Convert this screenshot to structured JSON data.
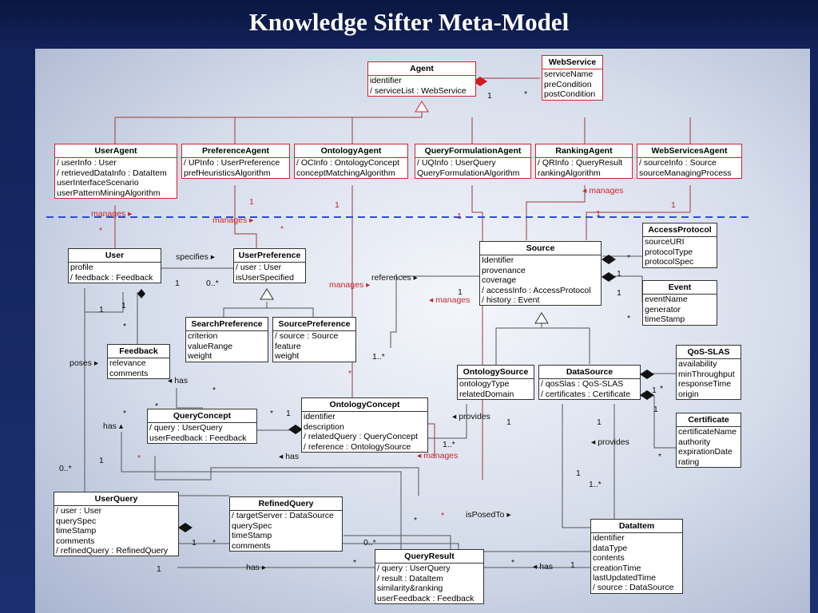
{
  "title": "Knowledge Sifter Meta-Model",
  "classes": {
    "agent": {
      "name": "Agent",
      "attrs": [
        "identifier",
        "/ serviceList : WebService"
      ]
    },
    "webservice": {
      "name": "WebService",
      "attrs": [
        "serviceName",
        "preCondition",
        "postCondition"
      ]
    },
    "useragent": {
      "name": "UserAgent",
      "attrs": [
        "/ userInfo : User",
        "/ retrievedDataInfo : DataItem",
        "userInterfaceScenario",
        "userPatternMiningAlgorithm"
      ]
    },
    "preferenceagent": {
      "name": "PreferenceAgent",
      "attrs": [
        "/ UPInfo : UserPreference",
        "prefHeuristicsAlgorithm"
      ]
    },
    "ontologyagent": {
      "name": "OntologyAgent",
      "attrs": [
        "/ OCInfo : OntologyConcept",
        "conceptMatchingAlgorithm"
      ]
    },
    "queryformulationagent": {
      "name": "QueryFormulationAgent",
      "attrs": [
        "/ UQInfo : UserQuery",
        "QueryFormulationAlgorithm"
      ]
    },
    "rankingagent": {
      "name": "RankingAgent",
      "attrs": [
        "/ QRInfo : QueryResult",
        "rankingAlgorithm"
      ]
    },
    "webservicesagent": {
      "name": "WebServicesAgent",
      "attrs": [
        "/ sourceInfo : Source",
        "sourceManagingProcess"
      ]
    },
    "user": {
      "name": "User",
      "attrs": [
        "profile",
        "/ feedback : Feedback"
      ]
    },
    "userpreference": {
      "name": "UserPreference",
      "attrs": [
        "/ user : User",
        "isUserSpecified"
      ]
    },
    "searchpreference": {
      "name": "SearchPreference",
      "attrs": [
        "criterion",
        "valueRange",
        "weight"
      ]
    },
    "sourcepreference": {
      "name": "SourcePreference",
      "attrs": [
        "/ source : Source",
        "feature",
        "weight"
      ]
    },
    "feedback": {
      "name": "Feedback",
      "attrs": [
        "relevance",
        "comments"
      ]
    },
    "queryconcept": {
      "name": "QueryConcept",
      "attrs": [
        "/ query : UserQuery",
        "userFeedback : Feedback"
      ]
    },
    "ontologyconcept": {
      "name": "OntologyConcept",
      "attrs": [
        "identifier",
        "description",
        "/ relatedQuery : QueryConcept",
        "/ reference : OntologySource"
      ]
    },
    "source": {
      "name": "Source",
      "attrs": [
        "Identifier",
        "provenance",
        "coverage",
        "/ accessInfo : AccessProtocol",
        "/ history : Event"
      ]
    },
    "accessprotocol": {
      "name": "AccessProtocol",
      "attrs": [
        "sourceURI",
        "protocolType",
        "protocolSpec"
      ]
    },
    "event": {
      "name": "Event",
      "attrs": [
        "eventName",
        "generator",
        "timeStamp"
      ]
    },
    "ontologysource": {
      "name": "OntologySource",
      "attrs": [
        "ontologyType",
        "relatedDomain"
      ]
    },
    "datasource": {
      "name": "DataSource",
      "attrs": [
        "/ qosSlas : QoS-SLAS",
        "/ certificates : Certificate"
      ]
    },
    "qosslas": {
      "name": "QoS-SLAS",
      "attrs": [
        "availability",
        "minThroughput",
        "responseTime",
        "origin"
      ]
    },
    "certificate": {
      "name": "Certificate",
      "attrs": [
        "certificateName",
        "authority",
        "expirationDate",
        "rating"
      ]
    },
    "userquery": {
      "name": "UserQuery",
      "attrs": [
        "/ user : User",
        "querySpec",
        "timeStamp",
        "comments",
        "/ refinedQuery : RefinedQuery"
      ]
    },
    "refinedquery": {
      "name": "RefinedQuery",
      "attrs": [
        "/ targetServer : DataSource",
        "querySpec",
        "timeStamp",
        "comments"
      ]
    },
    "queryresult": {
      "name": "QueryResult",
      "attrs": [
        "/ query : UserQuery",
        "/ result : DataItem",
        "similarity&ranking",
        "userFeedback : Feedback"
      ]
    },
    "dataitem": {
      "name": "DataItem",
      "attrs": [
        "identifier",
        "dataType",
        "contents",
        "creationTime",
        "lastUpdatedTime",
        "/ source : DataSource"
      ]
    }
  },
  "labels": {
    "mult_1": "1",
    "mult_star": "*",
    "mult_0star": "0..*",
    "mult_1star": "1..*",
    "manages": "manages ▸",
    "manages_left": "◂ manages",
    "specifies": "specifies ▸",
    "references": "references ▸",
    "poses": "poses ▸",
    "has": "has ▸",
    "has_left": "◂ has",
    "has_up": "has ▴",
    "provides_left": "◂ provides",
    "isposedto": "isPosedTo ▸"
  }
}
